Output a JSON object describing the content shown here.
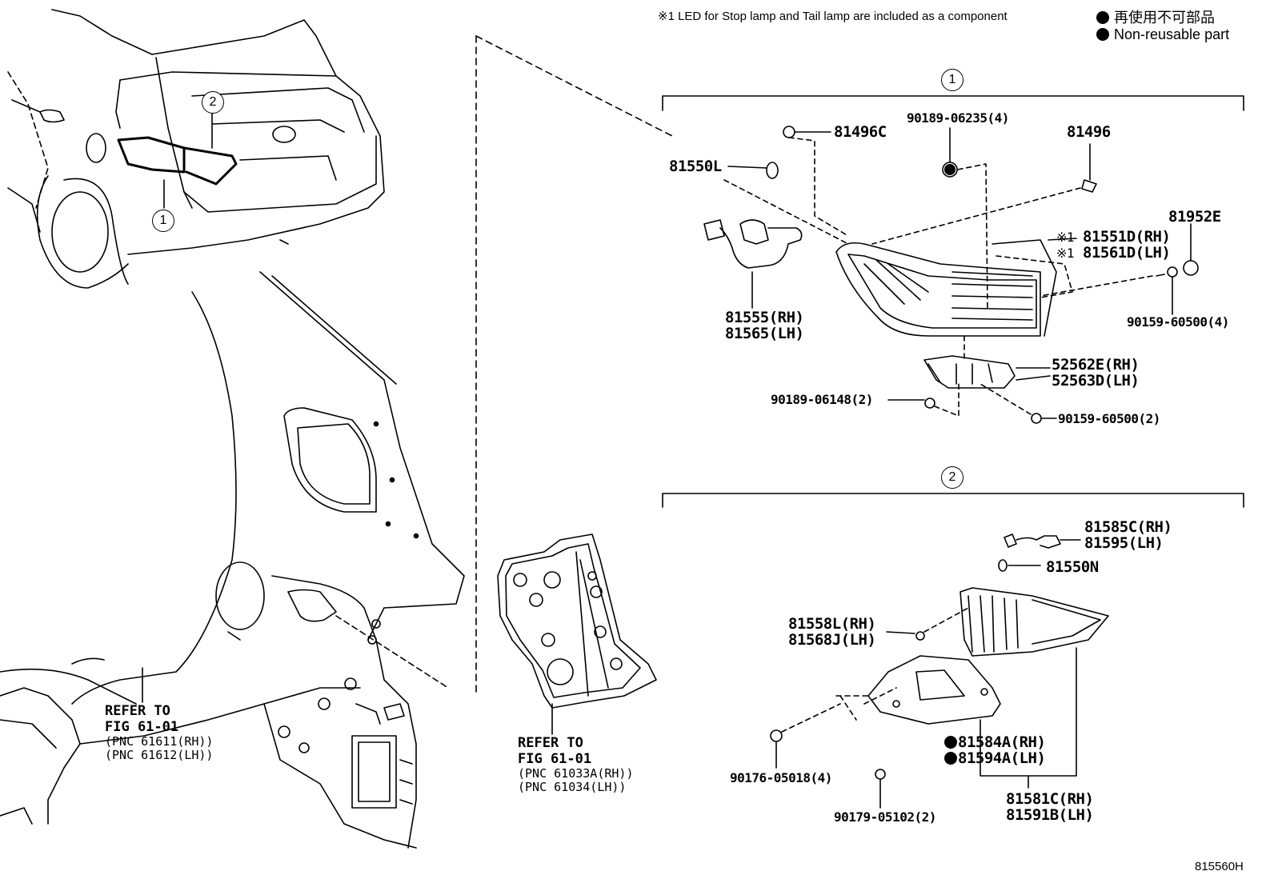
{
  "header": {
    "led_note": "※1 LED for Stop lamp and Tail lamp are included as a component",
    "legend_jp": "再使用不可部品",
    "legend_en": "Non-reusable part"
  },
  "callouts": {
    "one": "1",
    "two": "2"
  },
  "group1": {
    "p81496c": "81496C",
    "p90189_06235": "90189-06235(4)",
    "p81496": "81496",
    "p81550l": "81550L",
    "p81952e": "81952E",
    "p81551d_note": "※1",
    "p81551d": "81551D(RH)",
    "p81561d_note": "※1",
    "p81561d": "81561D(LH)",
    "p81555": "81555(RH)",
    "p81565": "81565(LH)",
    "p90159_60500_4": "90159-60500(4)",
    "p52562e": "52562E(RH)",
    "p52563d": "52563D(LH)",
    "p90189_06148": "90189-06148(2)",
    "p90159_60500_2": "90159-60500(2)"
  },
  "group2": {
    "p81585c": "81585C(RH)",
    "p81595": "81595(LH)",
    "p81550n": "81550N",
    "p81558l": "81558L(RH)",
    "p81568j": "81568J(LH)",
    "p81584a": "81584A(RH)",
    "p81594a": "81594A(LH)",
    "p90176": "90176-05018(4)",
    "p90179": "90179-05102(2)",
    "p81581c": "81581C(RH)",
    "p81591b": "81591B(LH)"
  },
  "refs": {
    "left": {
      "l1": "REFER TO",
      "l2": "FIG 61-01",
      "l3": "(PNC 61611(RH))",
      "l4": "(PNC 61612(LH))"
    },
    "mid": {
      "l1": "REFER TO",
      "l2": "FIG 61-01",
      "l3": "(PNC 61033A(RH))",
      "l4": "(PNC 61034(LH))"
    }
  },
  "figure_id": "815560H"
}
